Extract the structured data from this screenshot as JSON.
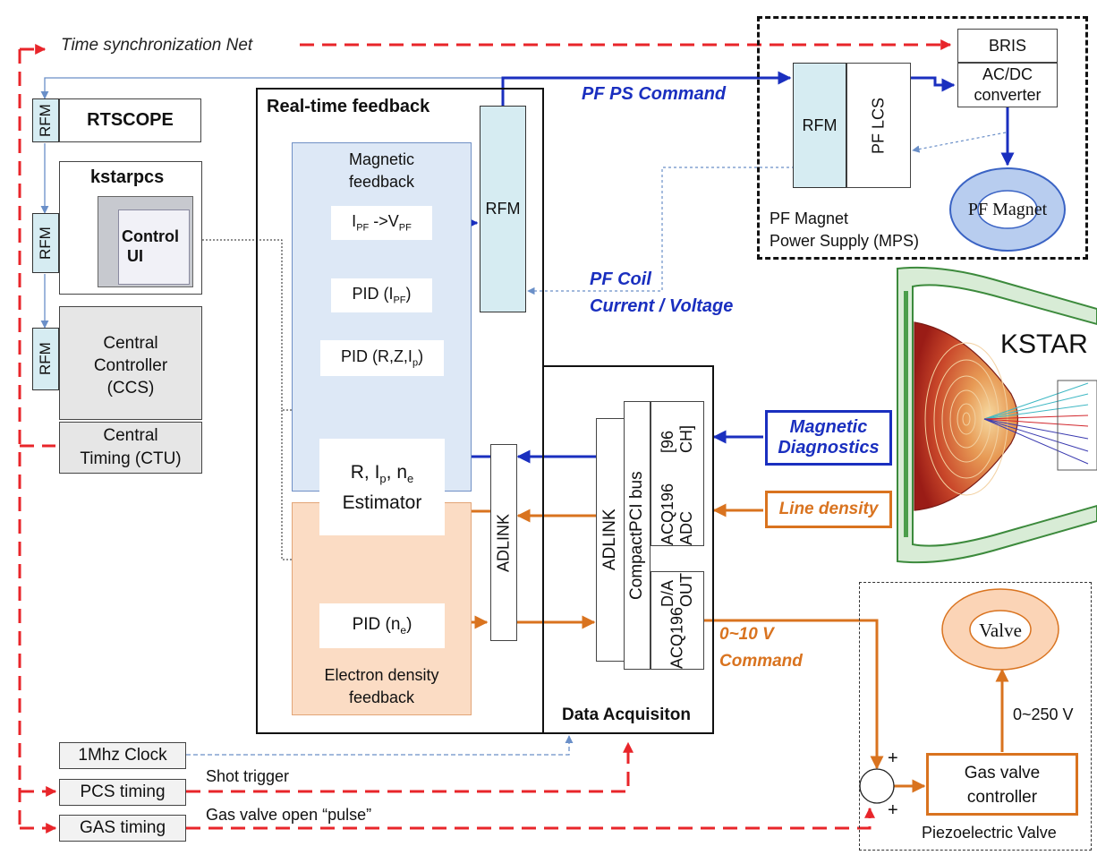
{
  "sync_net": "Time synchronization  Net",
  "rtscope": {
    "rfm": "RFM",
    "name": "RTSCOPE"
  },
  "kstarpcs": {
    "title": "kstarpcs",
    "rfm": "RFM",
    "ui_line1": "Control",
    "ui_line2": "UI"
  },
  "ccs": {
    "rfm": "RFM",
    "line1": "Central",
    "line2": "Controller",
    "line3": "(CCS)"
  },
  "ctu": {
    "line1": "Central",
    "line2": "Timing (CTU)"
  },
  "rtf": {
    "title": "Real-time feedback",
    "mag_line1": "Magnetic",
    "mag_line2": "feedback",
    "ipf_vpf": "I_PF ->V_PF",
    "pid_ipf": "PID (I_PF)",
    "pid_rzip": "PID (R,Z,I_p)",
    "estimator_line1": "R, I_p, n_e",
    "estimator_line2": "Estimator",
    "pid_ne": "PID (n_e)",
    "ed_line1": "Electron density",
    "ed_line2": "feedback",
    "rfm": "RFM",
    "adlink": "ADLINK"
  },
  "daq": {
    "title": "Data Acquisiton",
    "adlink": "ADLINK",
    "cpci": "CompactPCI bus",
    "adc_line1": "ACQ196 ADC",
    "adc_line2": "[96 CH]",
    "da_line1": "ACQ196",
    "da_line2": "D/A OUT"
  },
  "pf_ps_command": "PF PS Command",
  "pf_coil_line1": "PF Coil",
  "pf_coil_line2": "Current / Voltage",
  "mps": {
    "rfm": "RFM",
    "pf_lcs": "PF LCS",
    "bris": "BRIS",
    "acdc_line1": "AC/DC",
    "acdc_line2": "converter",
    "magnet": "PF Magnet",
    "caption_line1": "PF Magnet",
    "caption_line2": "Power Supply (MPS)"
  },
  "kstar": "KSTAR",
  "mag_diag_line1": "Magnetic",
  "mag_diag_line2": "Diagnostics",
  "line_density": "Line density",
  "cmd_line1": "0~10 V",
  "cmd_line2": "Command",
  "valve": "Valve",
  "v250": "0~250 V",
  "gvc_line1": "Gas valve",
  "gvc_line2": "controller",
  "piezo": "Piezoelectric Valve",
  "plus1": "+",
  "plus2": "+",
  "clock": "1Mhz Clock",
  "pcs_timing": "PCS timing",
  "gas_timing": "GAS timing",
  "shot_trigger": "Shot trigger",
  "gas_pulse": "Gas valve open “pulse”",
  "colors": {
    "blue": "#1a2fbf",
    "orange": "#d9731f",
    "red": "#e8252a",
    "light_blue_fill": "#dde8f6",
    "light_orange_fill": "#fbdcc4",
    "rfm_fill": "#d6ecf2"
  }
}
